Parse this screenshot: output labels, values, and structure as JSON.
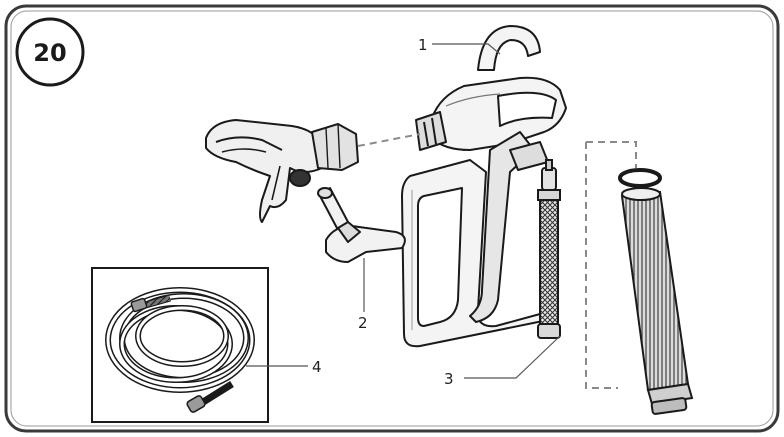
{
  "step": {
    "number": "20"
  },
  "callouts": [
    {
      "id": "1",
      "label": "1"
    },
    {
      "id": "2",
      "label": "2"
    },
    {
      "id": "3",
      "label": "3"
    },
    {
      "id": "4",
      "label": "4"
    }
  ],
  "colors": {
    "ink": "#1a1a1a",
    "frame": "#3a3a3a",
    "fill": "#f4f4f4",
    "shade": "#8a8a8a",
    "dark": "#333333"
  }
}
